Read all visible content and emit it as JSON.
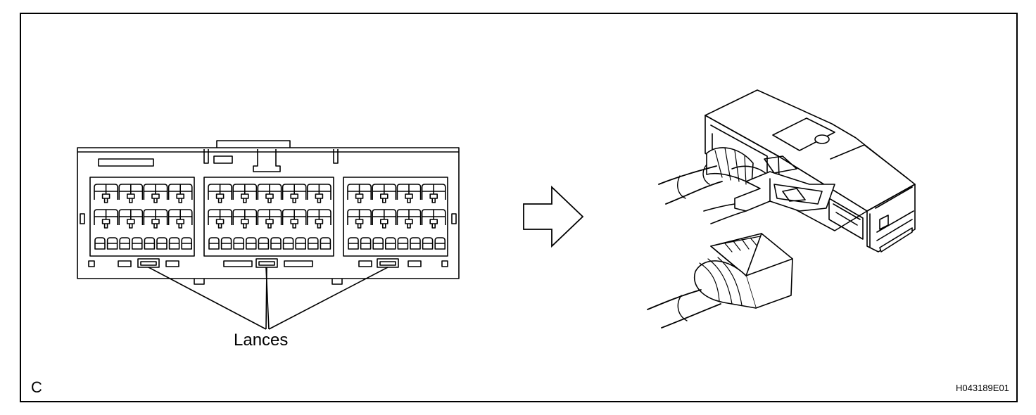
{
  "labels": {
    "lances": "Lances",
    "corner_letter": "C",
    "figure_code": "H043189E01"
  },
  "icons": [
    "connector-front-view",
    "right-arrow",
    "connector-housing-3d",
    "terminal-plug"
  ],
  "colors": {
    "ink": "#000000",
    "paper": "#ffffff"
  }
}
